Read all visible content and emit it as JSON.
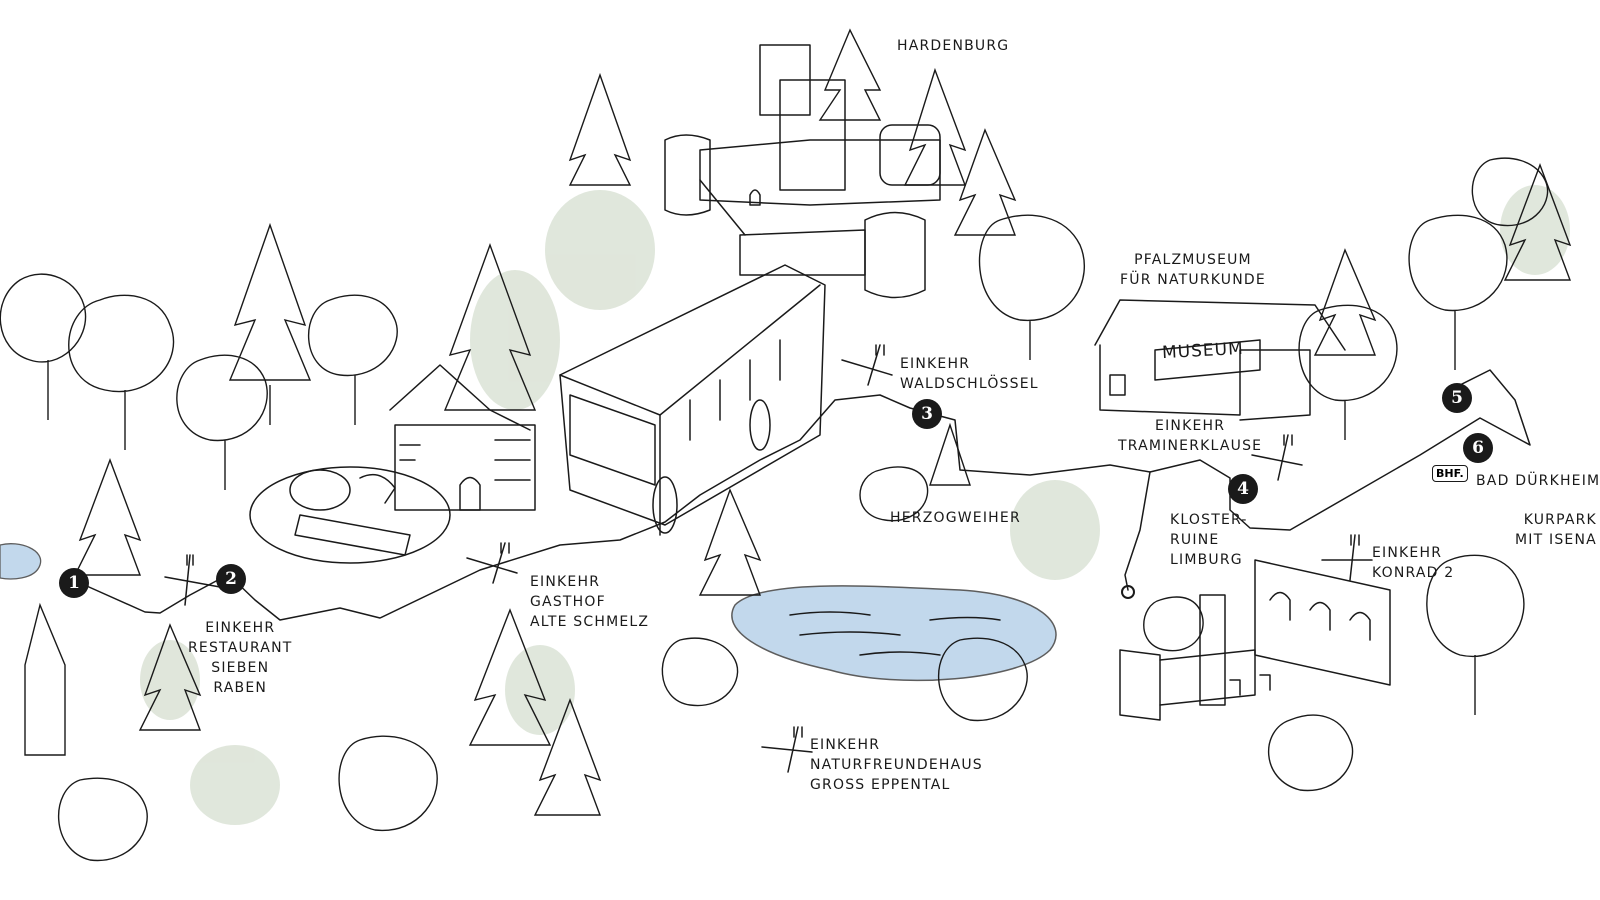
{
  "colors": {
    "ink": "#1a1a1a",
    "wash_green": "#c7d3bf",
    "water": "#a9c8e4",
    "background": "#ffffff"
  },
  "markers": [
    "1",
    "2",
    "3",
    "4",
    "5",
    "6"
  ],
  "places": {
    "hardenburg": "HARDENBURG",
    "pfalzmuseum": [
      "PFALZMUSEUM",
      "FÜR NATURKUNDE"
    ],
    "museum_sign": "MUSEUM",
    "herzogweiher": "HERZOGWEIHER",
    "kloster": [
      "KLOSTER-",
      "RUINE",
      "LIMBURG"
    ],
    "bhf": "BHF.",
    "bad_duerkheim": "BAD DÜRKHEIM",
    "kurpark": [
      "KURPARK",
      "MIT ISENA"
    ]
  },
  "stops": {
    "sieben_raben": [
      "EINKEHR",
      "RESTAURANT",
      "SIEBEN",
      "RABEN"
    ],
    "alte_schmelz": [
      "EINKEHR",
      "GASTHOF",
      "ALTE SCHMELZ"
    ],
    "waldschloessel": [
      "EINKEHR",
      "WALDSCHLÖSSEL"
    ],
    "traminerklause": [
      "EINKEHR",
      "TRAMINERKLAUSE"
    ],
    "konrad": [
      "EINKEHR",
      "KONRAD 2"
    ],
    "naturfreundehaus": [
      "EINKEHR",
      "NATURFREUNDEHAUS",
      "GROSS EPPENTAL"
    ]
  },
  "icons": {
    "restaurant": "fork-knife-icon",
    "station": "bhf-sign-icon"
  }
}
